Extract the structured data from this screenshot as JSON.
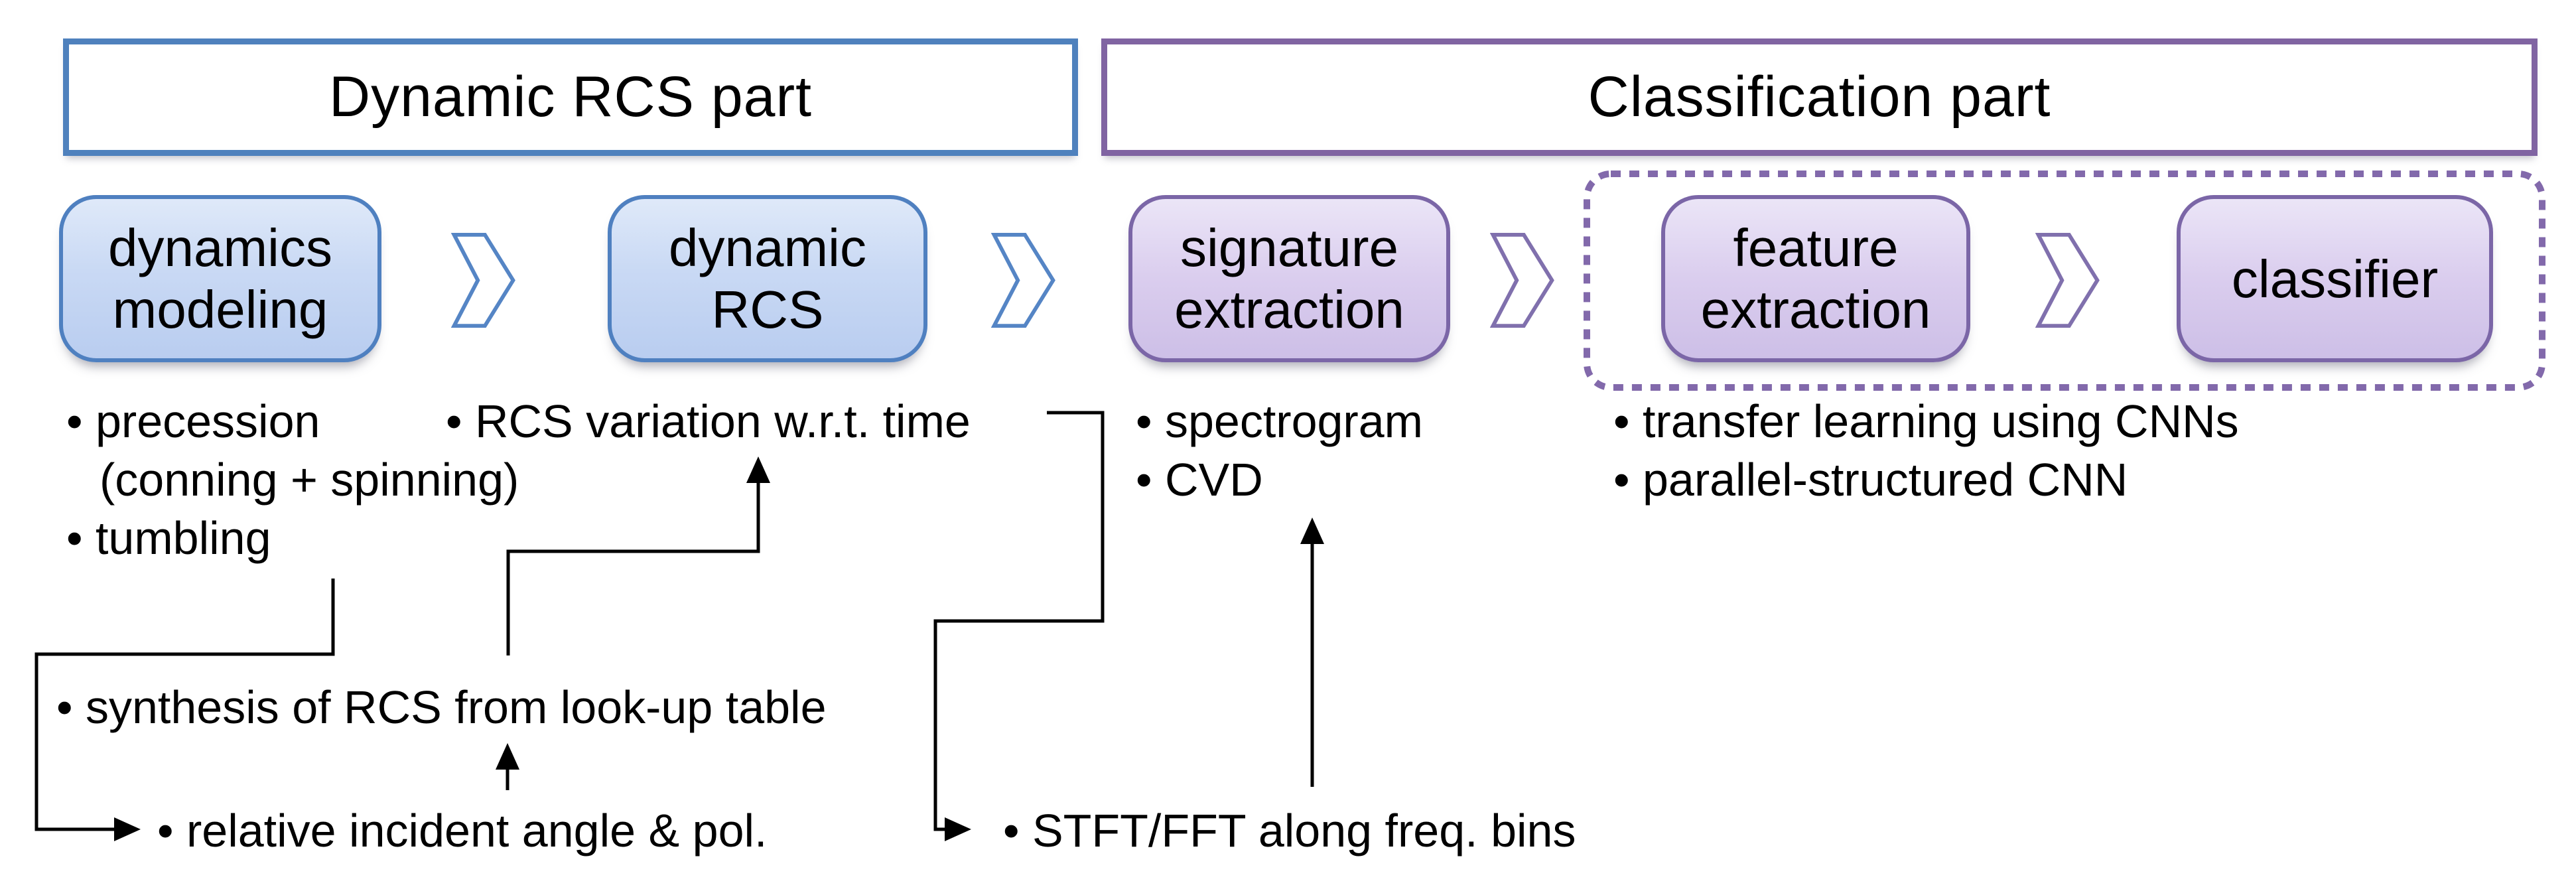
{
  "figure": {
    "title_left": "Dynamic RCS part",
    "title_right": "Classification part"
  },
  "colors": {
    "blue_accent": "#4f81bd",
    "purple_accent": "#8064a2",
    "blue_box_border": "#4f80c0",
    "purple_box_border": "#7b66a7",
    "blue_box_fill_top": "#dfe9f9",
    "blue_box_fill_bottom": "#b9cdf0",
    "purple_box_fill_top": "#ebe5f7",
    "purple_box_fill_bottom": "#cdbfe7",
    "connector": "#000000",
    "text": "#000000",
    "background": "#ffffff"
  },
  "headers": [
    {
      "label": "Dynamic RCS part",
      "theme": "blue"
    },
    {
      "label": "Classification part",
      "theme": "purple"
    }
  ],
  "pipeline": [
    {
      "label": "dynamics\nmodeling",
      "theme": "blue"
    },
    {
      "label": "dynamic\nRCS",
      "theme": "blue"
    },
    {
      "label": "signature\nextraction",
      "theme": "purple"
    },
    {
      "label": "feature\nextraction",
      "theme": "purple"
    },
    {
      "label": "classifier",
      "theme": "purple"
    }
  ],
  "chevrons": [
    {
      "icon": "chevron-right-icon",
      "theme": "blue"
    },
    {
      "icon": "chevron-right-icon",
      "theme": "blue"
    },
    {
      "icon": "chevron-right-icon",
      "theme": "purple"
    },
    {
      "icon": "chevron-right-icon",
      "theme": "purple"
    }
  ],
  "notes": {
    "dynamics_modeling": [
      "• precession",
      "(conning + spinning)",
      "• tumbling"
    ],
    "dynamic_rcs": [
      "• RCS variation w.r.t. time"
    ],
    "signature_extraction": [
      "• spectrogram",
      "• CVD"
    ],
    "classification_group": [
      "• transfer learning using CNNs",
      "• parallel-structured CNN"
    ],
    "synthesis": "• synthesis of RCS from look-up table",
    "relative_incident": "• relative incident angle & pol.",
    "stft": "• STFT/FFT along freq. bins"
  }
}
